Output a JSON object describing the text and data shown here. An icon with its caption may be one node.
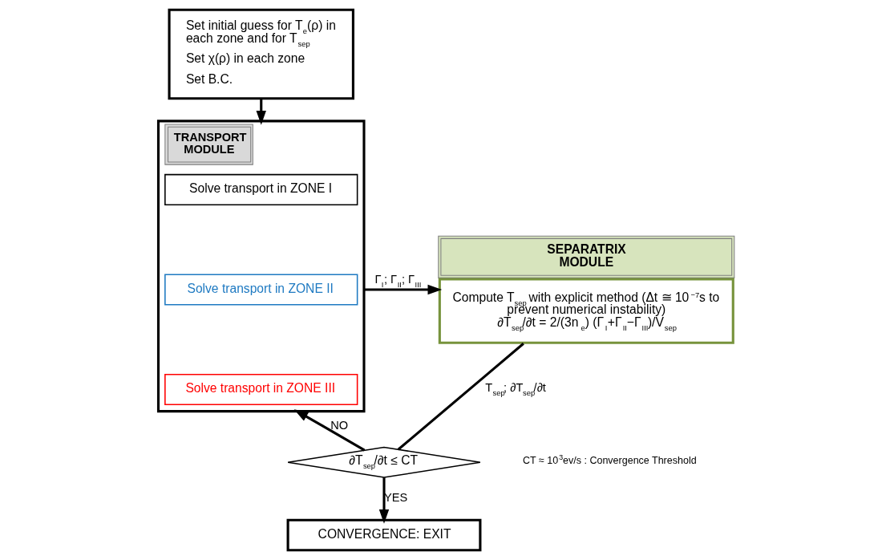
{
  "diagram": {
    "nodes": [
      {
        "text": [
          "Set initial guess for T$_{e}$(ρ) in each zone and for T$_{sep}$",
          "Set χ(ρ) in each zone",
          "Set B.C."
        ]
      },
      {
        "text": [
          "TRANSPORT MODULE"
        ]
      },
      {
        "text": [
          "Solve transport in ZONE I"
        ],
        "in": 1
      },
      {
        "text": [
          "Solve transport in ZONE II"
        ],
        "in": 1
      },
      {
        "text": [
          "Solve transport in ZONE III"
        ],
        "in": 1
      },
      {
        "text": [
          "SEPARATRIX MODULE",
          "Compute T$_{sep}$ with explicit method (Δt ≅ 10$^{−7}$s to prevent numerical instability)",
          "∂T$_{sep}$/∂t = 2/(3n$_{e}$) (Γ$_{I}$+Γ$_{II}$−Γ$_{III}$)/V$_{sep}$"
        ]
      },
      {
        "text": [
          "∂T$_{sep}$/∂t ≤ CT"
        ]
      },
      {
        "text": [
          "CONVERGENCE: EXIT"
        ]
      }
    ],
    "edges": [
      {
        "from": 0,
        "to": 1,
        "arrow": "to"
      },
      {
        "from": 1,
        "to": 5,
        "arrow": "to",
        "label": "Γ$_{I}$; Γ$_{II}$; Γ$_{III}$"
      },
      {
        "from": 5,
        "to": 6,
        "arrow": "none",
        "label": "T$_{sep}$; ∂T$_{sep}$/∂t"
      },
      {
        "from": 6,
        "to": 1,
        "arrow": "to",
        "label": "NO"
      },
      {
        "from": 6,
        "to": 7,
        "arrow": "to",
        "label": "YES"
      }
    ],
    "labels": [
      "CT ≈ 10$^{3}$ev/s : Convergence Threshold"
    ]
  }
}
